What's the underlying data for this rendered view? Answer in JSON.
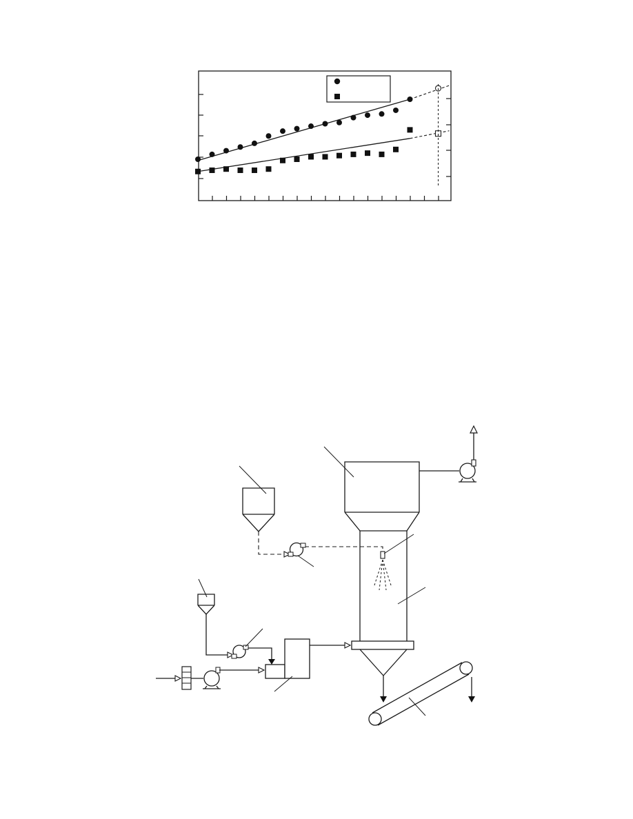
{
  "chart_data": {
    "type": "scatter",
    "title": "",
    "xlabel": "",
    "ylabel": "",
    "grid": false,
    "legend": {
      "placement": "top-right",
      "entries": [
        {
          "marker": "circle",
          "label": ""
        },
        {
          "marker": "square",
          "label": ""
        }
      ]
    },
    "xlim": [
      0,
      18
    ],
    "ylim": [
      0,
      100
    ],
    "series": [
      {
        "marker": "circle",
        "color": "#111111",
        "x": [
          0,
          1,
          2,
          3,
          4,
          5,
          6,
          7,
          8,
          9,
          10,
          11,
          12,
          13,
          14,
          15
        ],
        "y": [
          31,
          35,
          38,
          41,
          44,
          50,
          54,
          56,
          58,
          60,
          61,
          65,
          67,
          68,
          71,
          80
        ],
        "fit": {
          "x0": 0,
          "y0": 30,
          "x1": 15,
          "y1": 80
        },
        "extrapolation": {
          "x1": 17,
          "y1": 89
        },
        "extrapolated_point": {
          "x": 17,
          "y": 89
        }
      },
      {
        "marker": "square",
        "color": "#111111",
        "x": [
          0,
          1,
          2,
          3,
          4,
          5,
          6,
          7,
          8,
          9,
          10,
          11,
          12,
          13,
          14,
          15
        ],
        "y": [
          21,
          22,
          23,
          22,
          22,
          23,
          30,
          31,
          33,
          33,
          34,
          35,
          36,
          35,
          39,
          55
        ],
        "fit": {
          "x0": 0,
          "y0": 21,
          "x1": 15,
          "y1": 48
        },
        "extrapolation": {
          "x1": 17,
          "y1": 52
        },
        "extrapolated_point": {
          "x": 17,
          "y": 52
        }
      }
    ],
    "reference_vline_x": 17
  }
}
